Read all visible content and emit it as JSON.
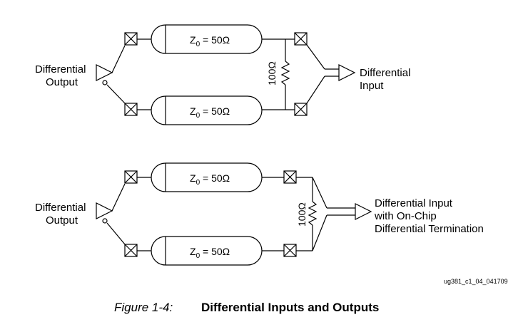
{
  "diagram_top": {
    "driver_label": [
      "Differential",
      "Output"
    ],
    "receiver_label": [
      "Differential",
      "Input"
    ],
    "line_upper": {
      "z_symbol": "Z",
      "z_sub": "0",
      "z_value": " = 50Ω"
    },
    "line_lower": {
      "z_symbol": "Z",
      "z_sub": "0",
      "z_value": " = 50Ω"
    },
    "resistor_label": "100Ω"
  },
  "diagram_bottom": {
    "driver_label": [
      "Differential",
      "Output"
    ],
    "receiver_label": [
      "Differential Input",
      "with On-Chip",
      "Differential Termination"
    ],
    "line_upper": {
      "z_symbol": "Z",
      "z_sub": "0",
      "z_value": " = 50Ω"
    },
    "line_lower": {
      "z_symbol": "Z",
      "z_sub": "0",
      "z_value": " = 50Ω"
    },
    "resistor_label": "100Ω"
  },
  "figure_id": "ug381_c1_04_041709",
  "caption": {
    "number": "Figure 1-4:",
    "title": "Differential Inputs and Outputs"
  }
}
